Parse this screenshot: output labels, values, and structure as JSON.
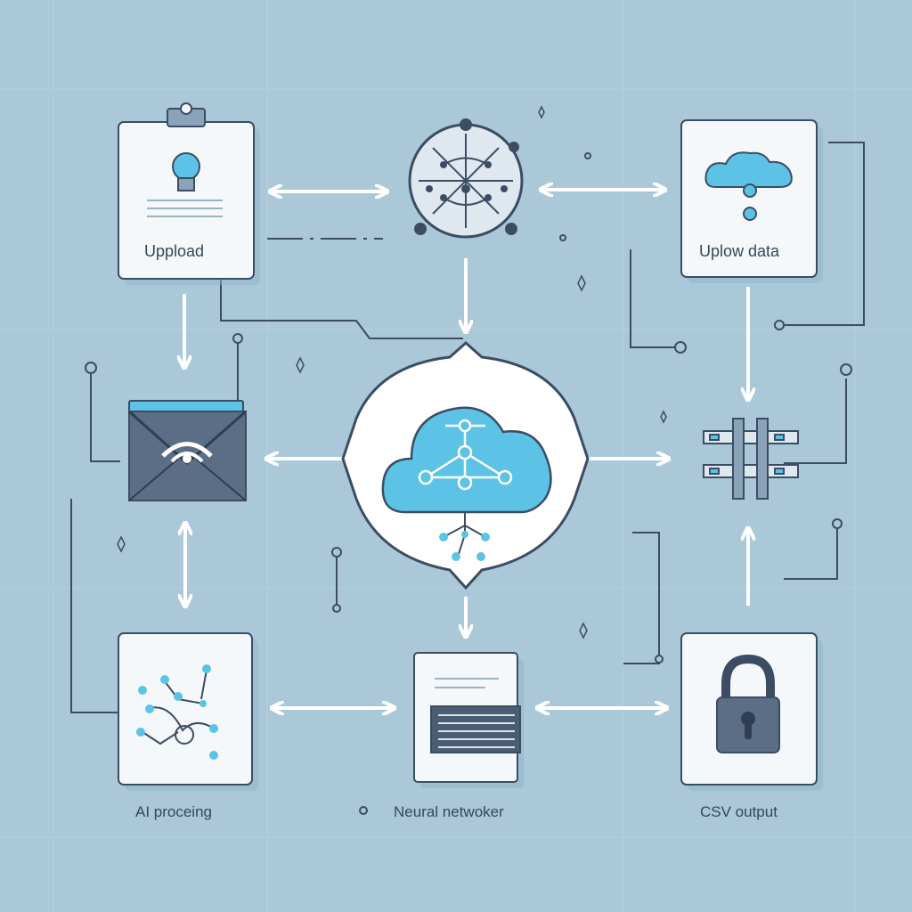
{
  "nodes": {
    "upload": {
      "label": "Uppload"
    },
    "network": {
      "label": ""
    },
    "data": {
      "label": "Uplow data"
    },
    "email": {
      "label": ""
    },
    "cloud": {
      "label": ""
    },
    "grid": {
      "label": ""
    },
    "ai": {
      "label": "AI proceing"
    },
    "document": {
      "label": "Neural netwoker"
    },
    "output": {
      "label": "CSV output"
    }
  },
  "icons": {
    "upload": "lightbulb-icon",
    "network": "network-globe-icon",
    "data": "cloud-icon",
    "email": "envelope-icon",
    "cloud": "cloud-network-icon",
    "grid": "grid-bars-icon",
    "ai": "circuit-icon",
    "document": "document-icon",
    "output": "lock-icon"
  },
  "colors": {
    "background": "#aac8d8",
    "card": "#f4f8fb",
    "stroke": "#3c4d63",
    "accent": "#5cc3e6",
    "arrow": "#ffffff"
  }
}
